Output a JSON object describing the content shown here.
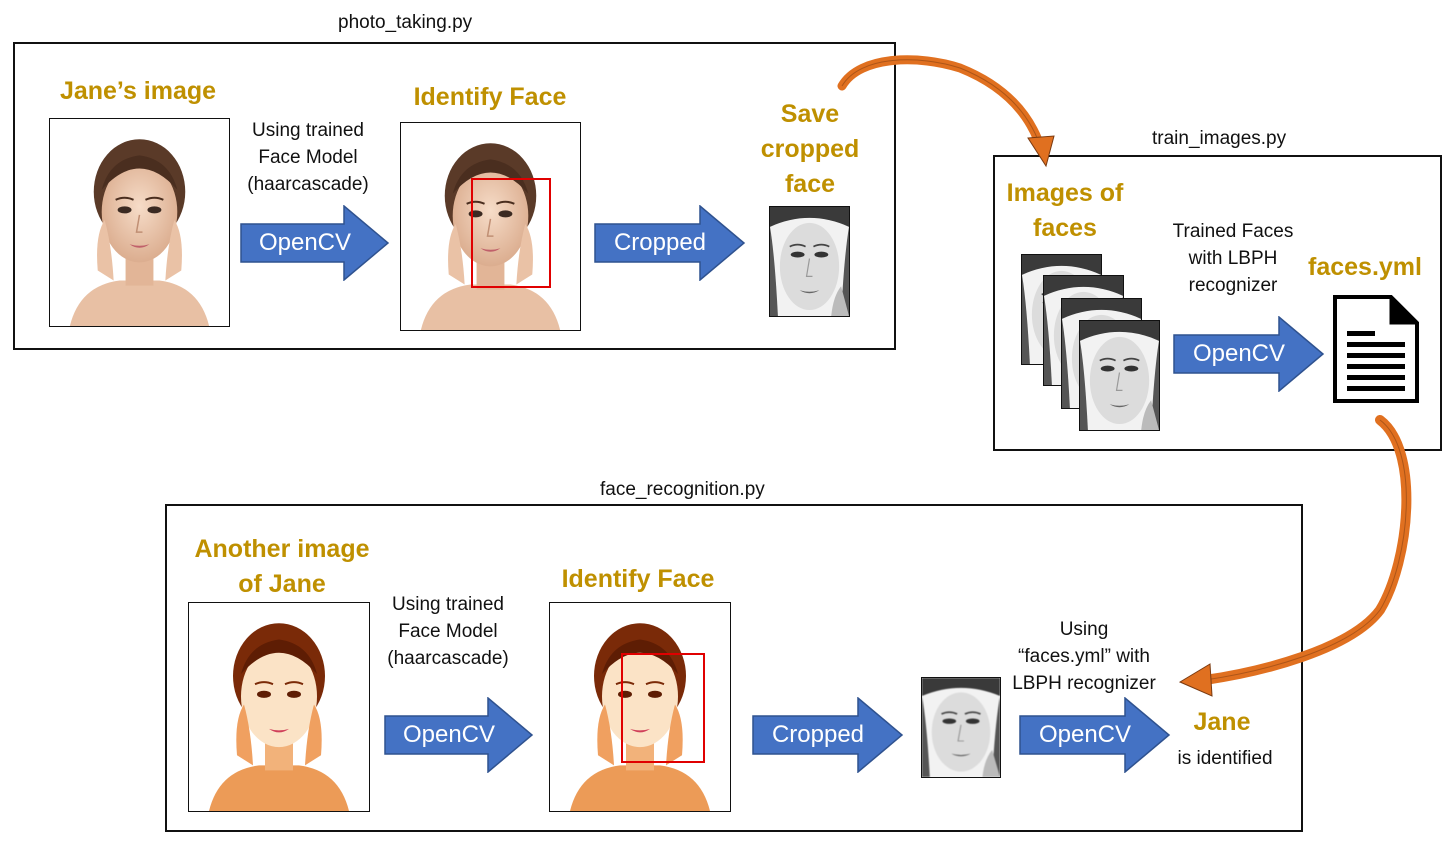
{
  "sections": {
    "photo_taking": {
      "file": "photo_taking.py"
    },
    "train_images": {
      "file": "train_images.py"
    },
    "face_recognition": {
      "file": "face_recognition.py"
    }
  },
  "photo_taking": {
    "image_title": "Jane’s image",
    "model_note": [
      "Using trained",
      "Face Model",
      "(haarcascade)"
    ],
    "arrow1": "OpenCV",
    "identify_title": "Identify Face",
    "arrow2": "Cropped",
    "save_title": [
      "Save",
      "cropped",
      "face"
    ]
  },
  "train_images": {
    "images_title": [
      "Images of",
      "faces"
    ],
    "trained_note": [
      "Trained Faces",
      "with LBPH",
      "recognizer"
    ],
    "arrow": "OpenCV",
    "output_title": "faces.yml"
  },
  "face_recognition": {
    "image_title": [
      "Another image",
      "of Jane"
    ],
    "model_note": [
      "Using trained",
      "Face Model",
      "(haarcascade)"
    ],
    "arrow1": "OpenCV",
    "identify_title": "Identify Face",
    "arrow2": "Cropped",
    "using_note": [
      "Using",
      "“faces.yml” with",
      "LBPH recognizer"
    ],
    "arrow3": "OpenCV",
    "result_name": "Jane",
    "result_text": "is identified"
  },
  "colors": {
    "arrow_fill": "#4472c4",
    "arrow_stroke": "#2f528f",
    "title_gold": "#bf9000",
    "detect_red": "#e00000",
    "flow_orange": "#e07020"
  },
  "icons": {
    "output_file": "document-icon",
    "flow": "curved-arrow-icon"
  }
}
